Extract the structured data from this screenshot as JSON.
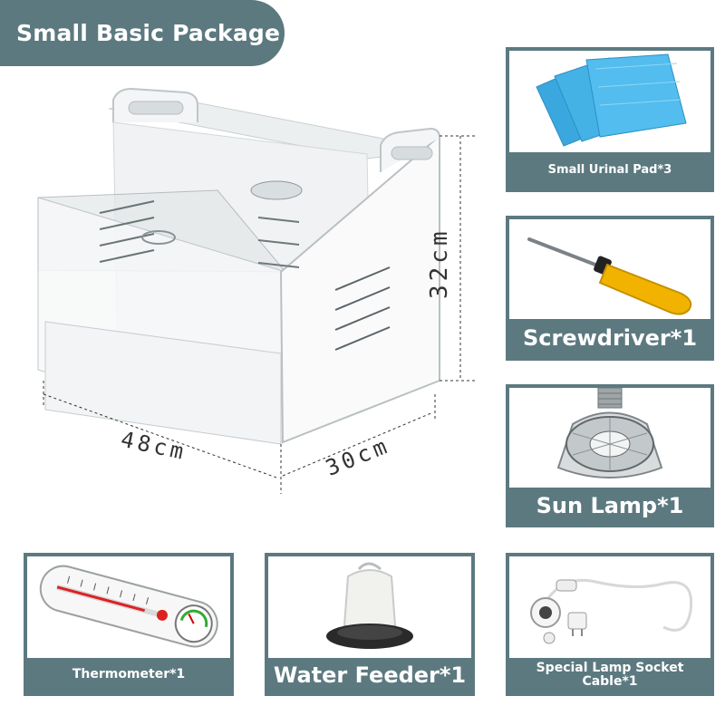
{
  "title": "Small Basic Package",
  "dimensions": {
    "height": "32cm",
    "width": "48cm",
    "depth": "30cm"
  },
  "items": [
    {
      "label": "Small Urinal Pad*3",
      "icon": "urinal-pad-icon"
    },
    {
      "label": "Screwdriver*1",
      "icon": "screwdriver-icon"
    },
    {
      "label": "Sun Lamp*1",
      "icon": "sun-lamp-icon"
    },
    {
      "label": "Thermometer*1",
      "icon": "thermometer-icon"
    },
    {
      "label": "Water Feeder*1",
      "icon": "water-feeder-icon"
    },
    {
      "label": "Special Lamp Socket Cable*1",
      "icon": "lamp-socket-cable-icon"
    }
  ],
  "colors": {
    "accent": "#5c7980",
    "pad": "#39a9e0",
    "screwdriver_handle": "#f2b300"
  }
}
